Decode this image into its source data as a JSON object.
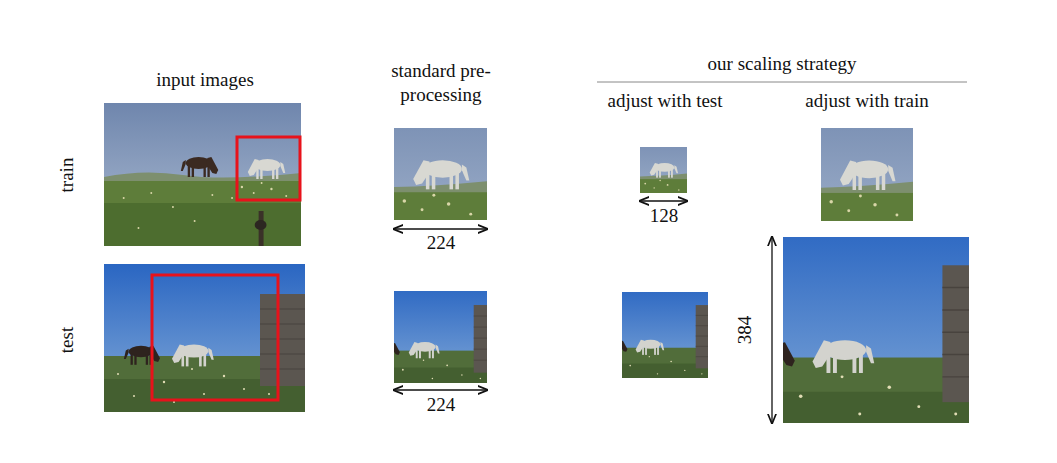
{
  "diagram": {
    "labels": [
      "input images",
      "standard pre-processing",
      "our scaling strategy",
      "adjust with test",
      "adjust with train",
      "train",
      "test",
      "224",
      "224",
      "128",
      "384"
    ]
  }
}
